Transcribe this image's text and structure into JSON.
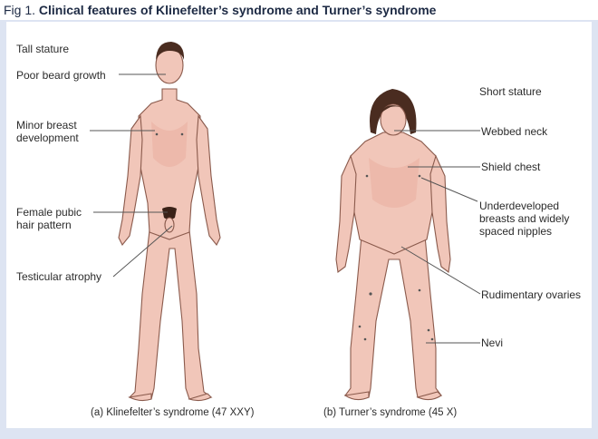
{
  "figure": {
    "number": "Fig 1.",
    "title": "Clinical features of Klinefelter’s syndrome and Turner’s syndrome"
  },
  "klinefelter": {
    "caption": "(a) Klinefelter’s syndrome (47 XXY)",
    "labels": {
      "tall_stature": "Tall stature",
      "beard": "Poor beard growth",
      "breast_1": "Minor breast",
      "breast_2": "development",
      "pubic_1": "Female pubic",
      "pubic_2": "hair pattern",
      "testicular": "Testicular atrophy"
    }
  },
  "turner": {
    "caption": "(b) Turner’s syndrome (45 X)",
    "labels": {
      "short_stature": "Short stature",
      "webbed_neck": "Webbed neck",
      "shield_chest": "Shield chest",
      "breasts_1": "Underdeveloped",
      "breasts_2": "breasts and widely",
      "breasts_3": "spaced nipples",
      "ovaries": "Rudimentary ovaries",
      "nevi": "Nevi"
    }
  },
  "colors": {
    "border": "#dde4f2",
    "skin": "#f1c6b9",
    "outline": "#8a5a4c",
    "hair": "#4a2c20"
  }
}
